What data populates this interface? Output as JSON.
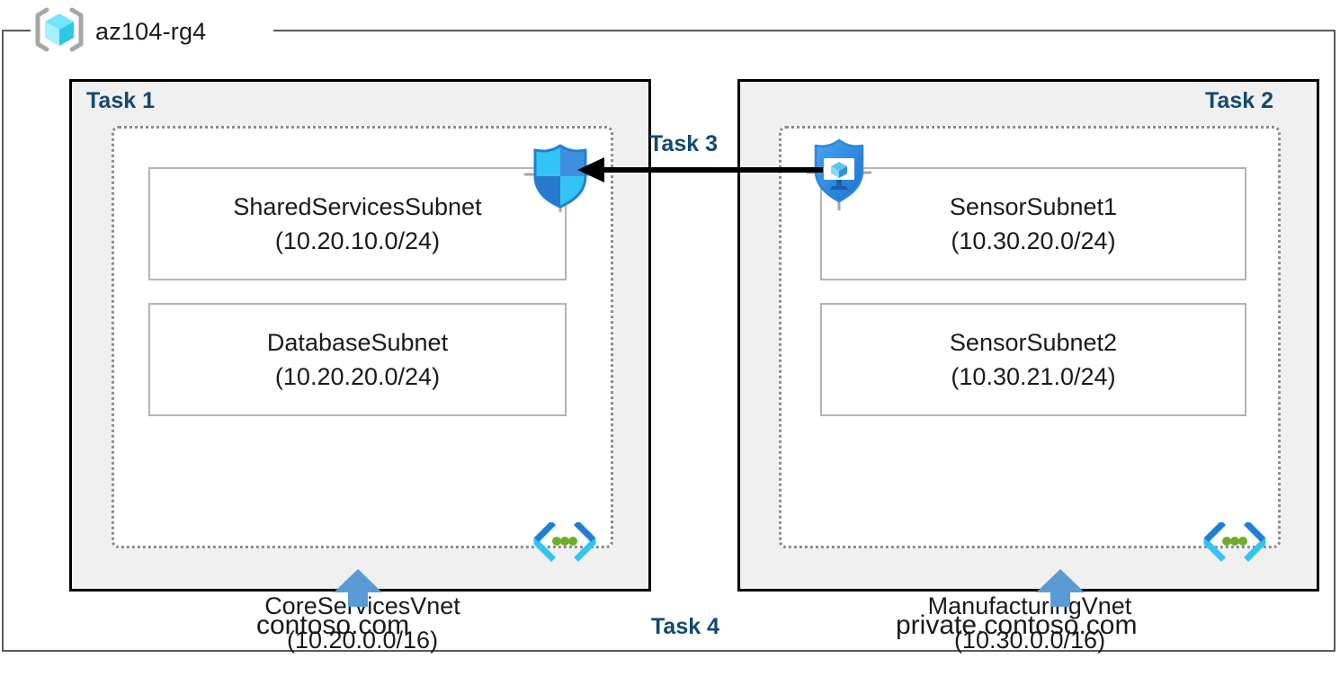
{
  "resource_group": {
    "name": "az104-rg4",
    "icon": "azure-resource-group-cube-icon"
  },
  "tasks": {
    "task1_label": "Task 1",
    "task2_label": "Task 2",
    "task3_label": "Task 3",
    "task4_label": "Task 4"
  },
  "left_panel": {
    "task_label": "Task 1",
    "vnet": {
      "name": "CoreServicesVnet",
      "address_space": "(10.20.0.0/16)"
    },
    "subnets": [
      {
        "name": "SharedServicesSubnet",
        "address_space": "(10.20.10.0/24)"
      },
      {
        "name": "DatabaseSubnet",
        "address_space": "(10.20.20.0/24)"
      }
    ],
    "dns_zone": "contoso.com",
    "dns_icon": "dns-zone-brackets-icon",
    "firewall_icon": "azure-firewall-shield-icon"
  },
  "right_panel": {
    "task_label": "Task 2",
    "vnet": {
      "name": "ManufacturingVnet",
      "address_space": "(10.30.0.0/16)"
    },
    "subnets": [
      {
        "name": "SensorSubnet1",
        "address_space": "(10.30.20.0/24)"
      },
      {
        "name": "SensorSubnet2",
        "address_space": "(10.30.21.0/24)"
      }
    ],
    "dns_zone": "private.contoso.com",
    "dns_icon": "dns-zone-brackets-icon",
    "bastion_icon": "azure-bastion-shield-vm-icon"
  },
  "connection": {
    "label": "Task 3",
    "arrow_icon": "left-arrow-icon",
    "direction": "right-to-left"
  },
  "colors": {
    "task_label": "#12496f",
    "panel_fill": "#f0f0f0",
    "panel_border": "#000000",
    "vnet_border": "#8a8a8a",
    "subnet_border": "#b3b3b3",
    "rg_border": "#595959",
    "arrow_blue": "#5b9bd5",
    "azure_cyan": "#32c5f4",
    "azure_blue": "#1f7fd4",
    "dns_dot_green": "#6fae28",
    "text": "#1a1a1a"
  }
}
